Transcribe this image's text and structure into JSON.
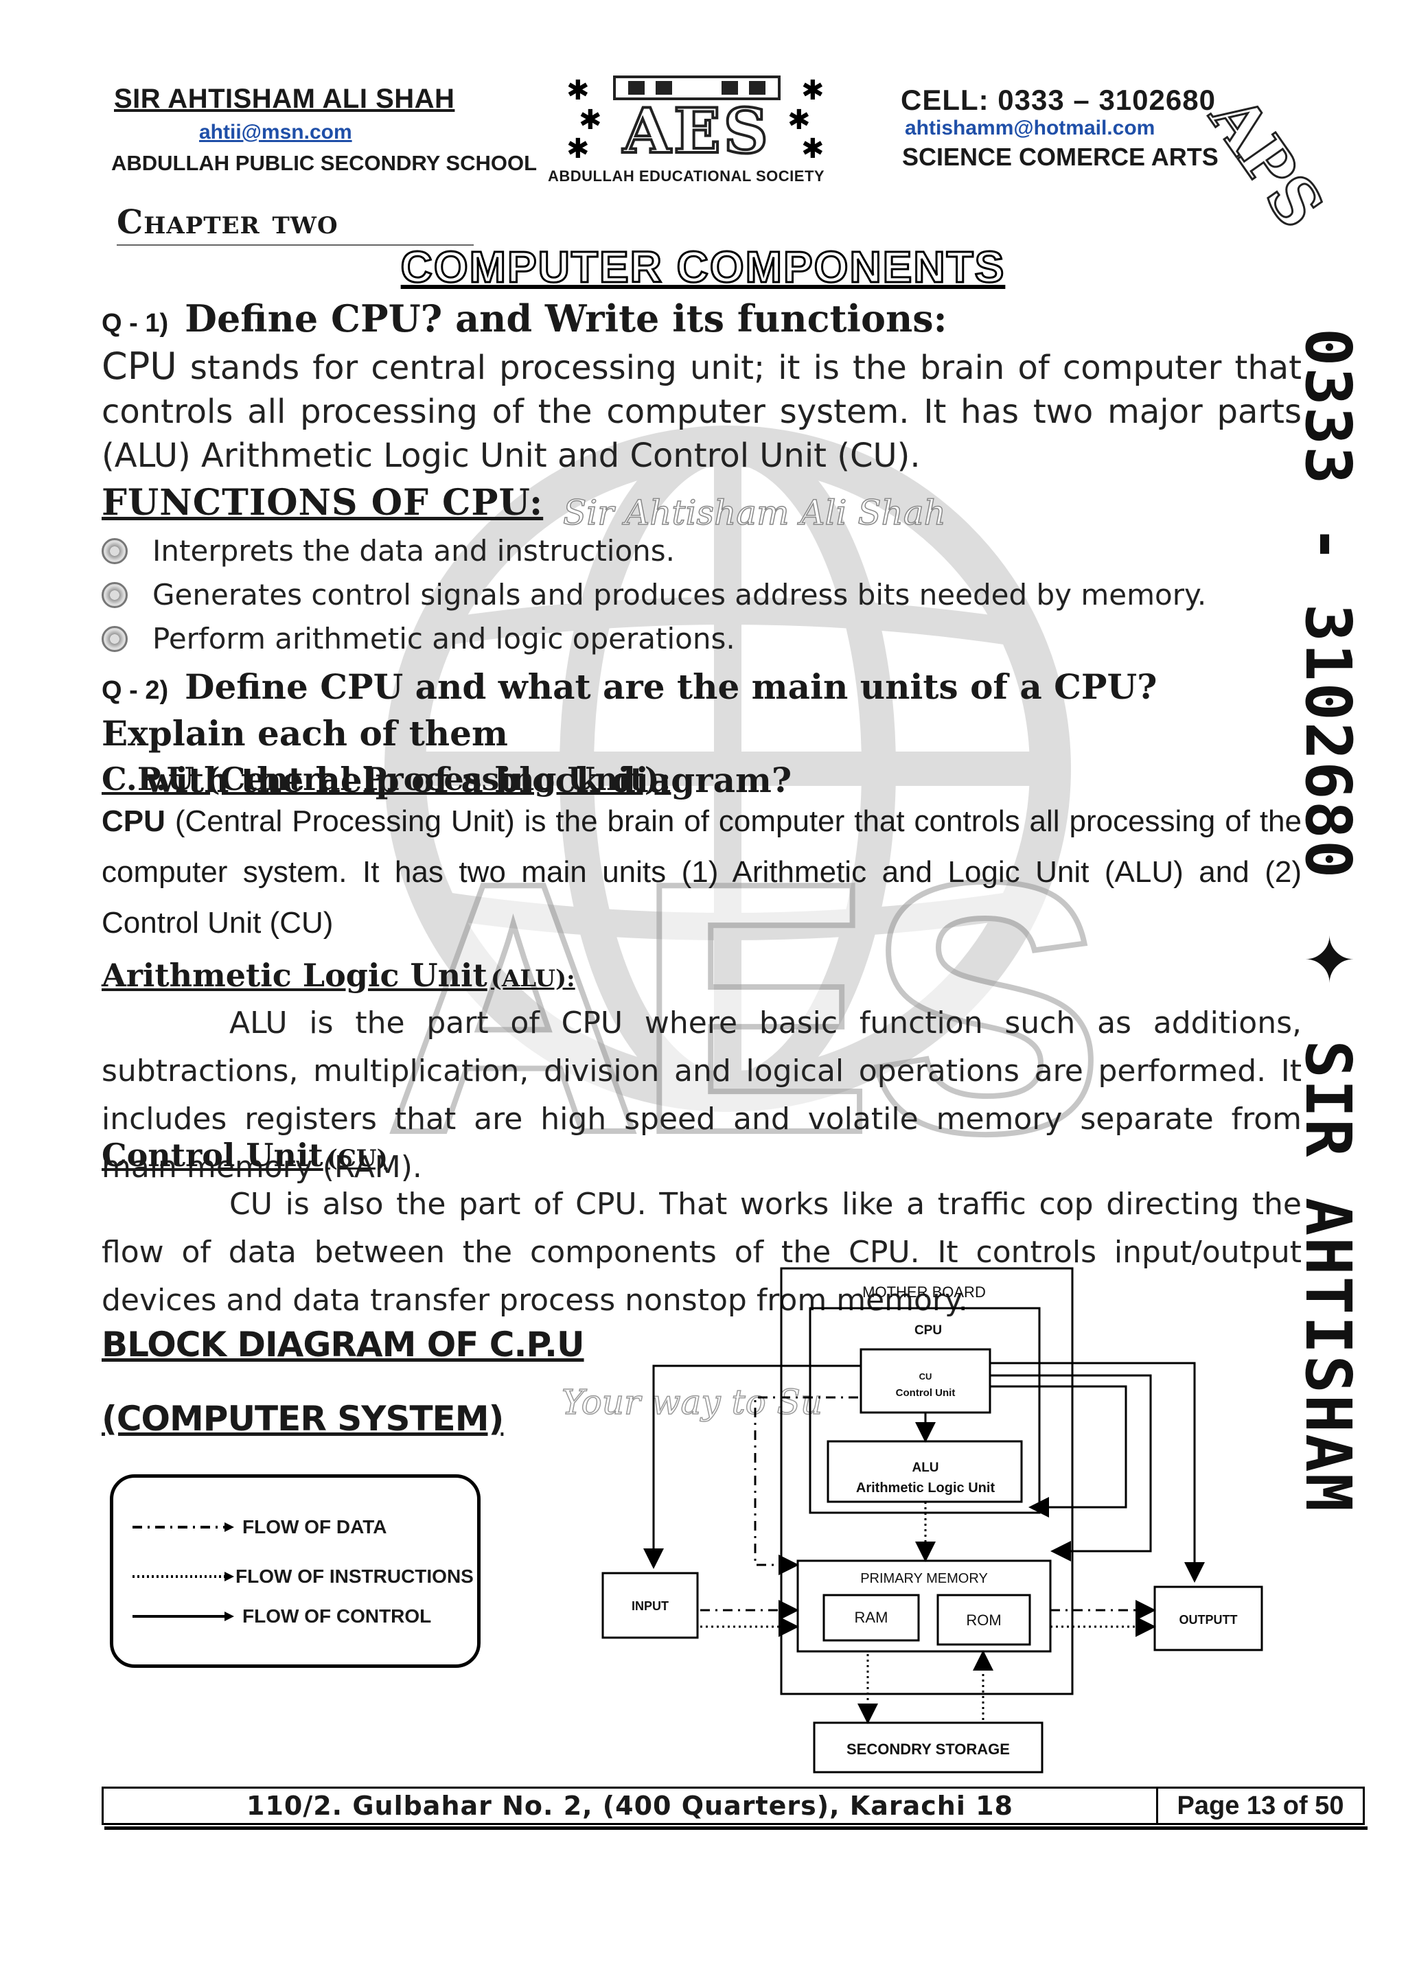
{
  "header": {
    "left_name": "SIR AHTISHAM ALI SHAH",
    "left_email": "ahtii@msn.com",
    "left_school": "ABDULLAH PUBLIC SECONDRY SCHOOL",
    "logo_text": "AES",
    "logo_caption": "ABDULLAH EDUCATIONAL SOCIETY",
    "right_cell": "CELL: 0333 – 3102680",
    "right_email": "ahtishamm@hotmail.com",
    "right_streams": "SCIENCE COMERCE ARTS",
    "corner_badge": "APS"
  },
  "side_banner": {
    "phone": "0333 - 3102680",
    "name": "SIR AHTISHAM"
  },
  "chapter": "Chapter two",
  "title": "COMPUTER COMPONENTS",
  "q1": {
    "number": "Q - 1)",
    "question": "Define CPU? and Write its functions:",
    "answer_lead": "CPU",
    "answer": " stands for central processing unit; it is the brain of computer that controls all processing of the computer system. It has two major parts (ALU) Arithmetic Logic Unit and Control Unit (CU).",
    "functions_heading": "FUNCTIONS OF CPU",
    "functions_colon": ":",
    "signature_watermark": "Sir Ahtisham Ali Shah",
    "functions": [
      "Interprets the data and instructions.",
      "Generates control signals and produces address bits needed by memory.",
      "Perform arithmetic and logic operations."
    ]
  },
  "q2": {
    "number": "Q - 2)",
    "question_line1": "Define CPU and what are the main units of a CPU? Explain each of them",
    "question_line2": "with the help of a block diagram?",
    "cpu_heading": "C.P.U (Central Processing Unit):",
    "cpu_lead": "CPU",
    "cpu_text": " (Central Processing Unit) is the brain of computer that controls all processing of the computer system. It has two main units (1) Arithmetic and Logic Unit (ALU) and (2) Control Unit (CU)",
    "alu_heading": "Arithmetic Logic Unit",
    "alu_abbr": "(ALU):",
    "alu_text": "ALU is the part of CPU where basic function such as additions, subtractions, multiplication, division and logical operations are performed. It includes registers that are high speed and volatile memory separate from main memory (RAM).",
    "cu_heading": "Control Unit",
    "cu_abbr": "(CU)",
    "cu_text": "CU is also the part of CPU. That works like a traffic cop directing the flow of data between the components of the CPU. It controls input/output devices and data transfer process nonstop from memory.",
    "block_heading": "BLOCK DIAGRAM OF C.P.U",
    "block_subheading": "(COMPUTER SYSTEM)",
    "watermark_tagline": "Your way to Su"
  },
  "watermark": "AES",
  "legend": {
    "data": "FLOW OF DATA",
    "instructions": "FLOW OF INSTRUCTIONS",
    "control": "FLOW OF CONTROL"
  },
  "diagram": {
    "mother_board": "MOTHER BOARD",
    "cpu": "CPU",
    "cu_line1": "CU",
    "cu_line2": "Control Unit",
    "alu_line1": "ALU",
    "alu_line2": "Arithmetic Logic Unit",
    "primary_memory": "PRIMARY MEMORY",
    "ram": "RAM",
    "rom": "ROM",
    "input": "INPUT",
    "output": "OUTPUTT",
    "secondary": "SECONDRY STORAGE"
  },
  "footer": {
    "address": "110/2. Gulbahar No. 2, (400 Quarters),  Karachi 18",
    "page": "Page 13 of 50"
  }
}
